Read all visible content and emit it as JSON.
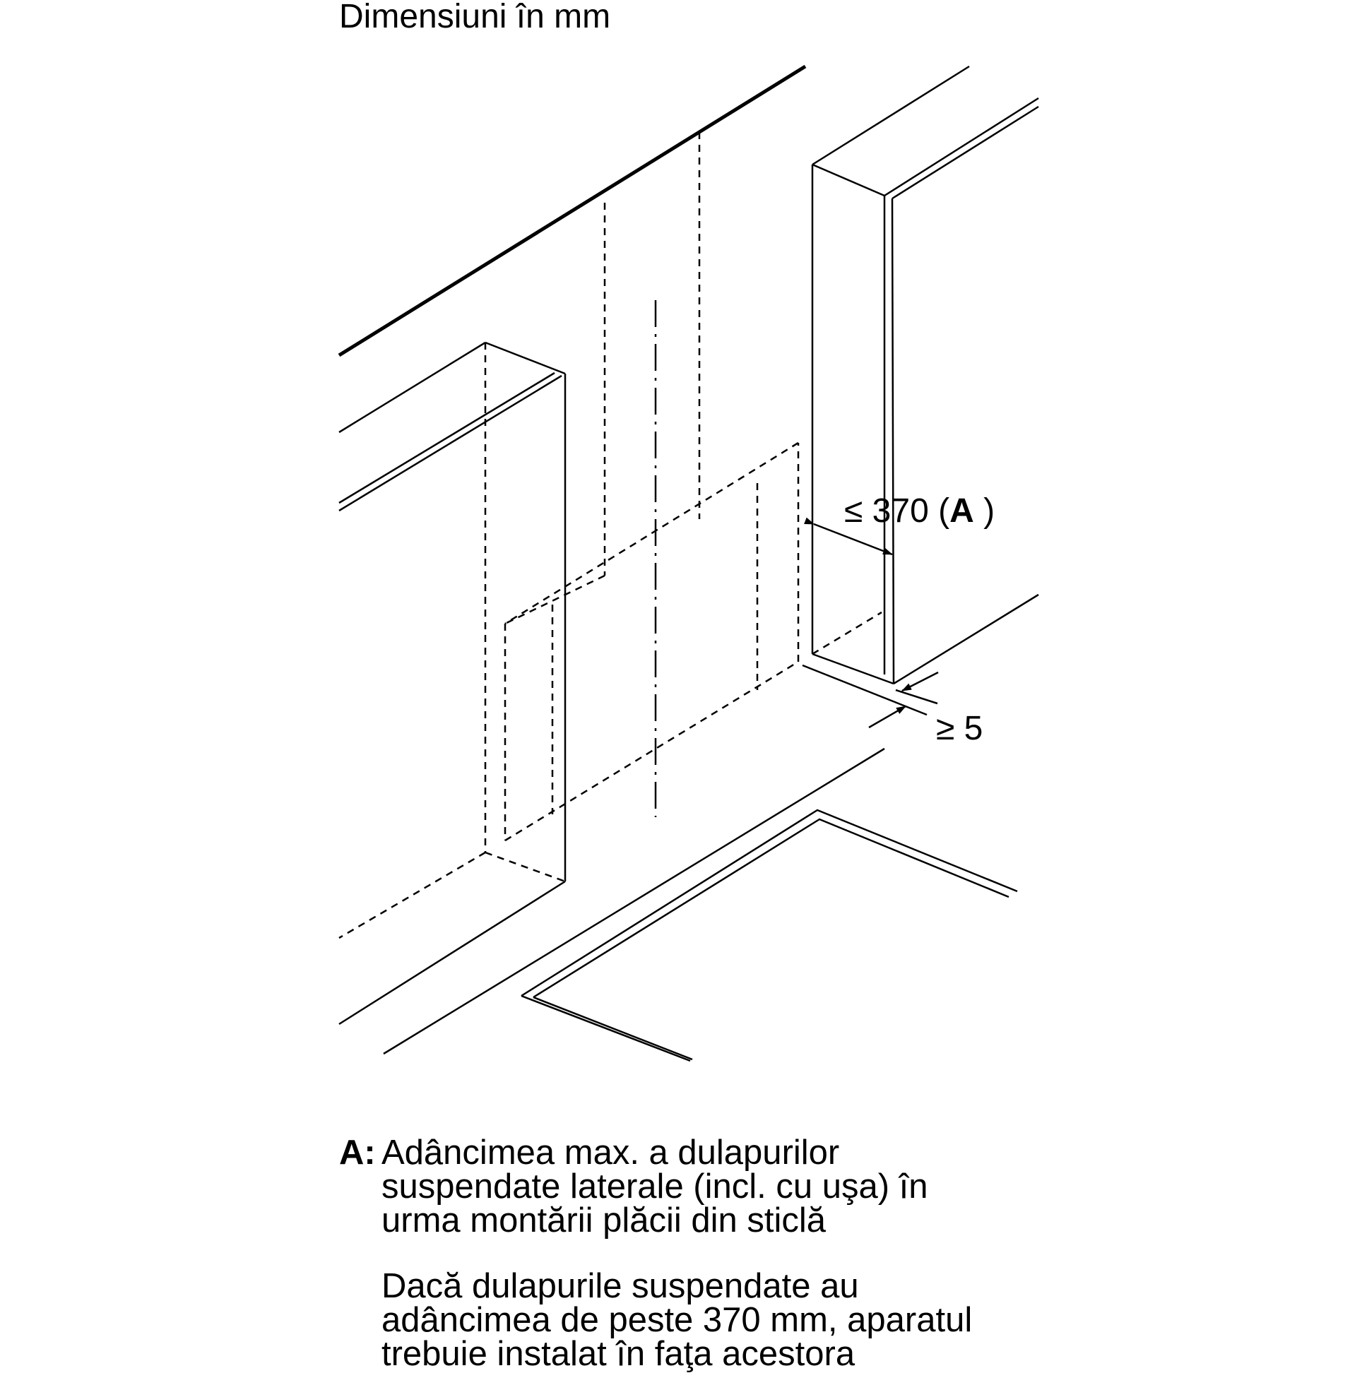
{
  "title": "Dimensiuni în mm",
  "dimensions": {
    "max_depth_prefix": "≤ 370 (",
    "max_depth_key": "A",
    "max_depth_suffix": " )",
    "min_gap": "≥ 5"
  },
  "legend": {
    "key": "A:",
    "description_lines": [
      "Adâncimea max. a dulapurilor",
      "suspendate laterale (incl. cu uşa) în",
      "urma montării plăcii din sticlă"
    ],
    "note_lines": [
      "Dacă dulapurile suspendate au",
      "adâncimea de peste 370 mm, aparatul",
      "trebuie instalat în faţa acestora"
    ]
  }
}
